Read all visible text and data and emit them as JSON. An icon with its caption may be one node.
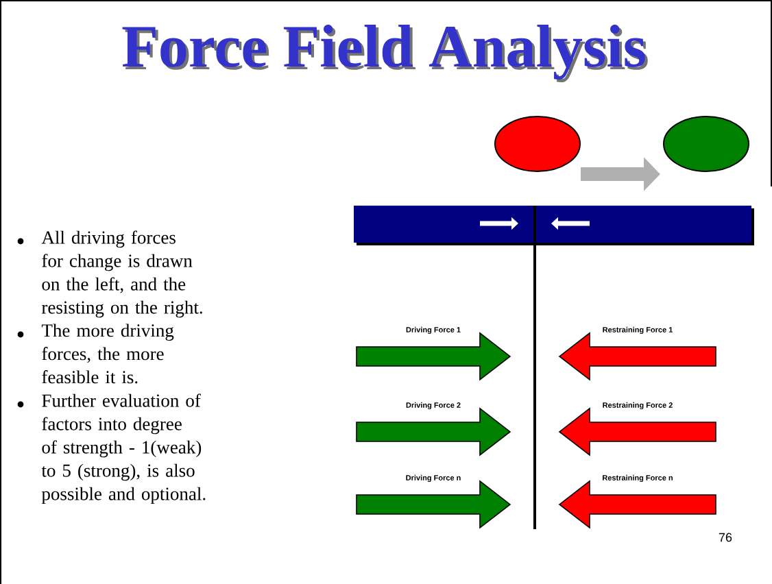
{
  "diagram": {
    "title": "Force Field Analysis",
    "nodes": [
      {
        "text": [],
        "shape": "circle"
      },
      {
        "text": [],
        "shape": "circle"
      },
      {
        "text": [
          "Driving Force 1"
        ]
      },
      {
        "text": [
          "Restraining Force 1"
        ]
      },
      {
        "text": [
          "Driving Force 2"
        ]
      },
      {
        "text": [
          "Restraining Force 2"
        ]
      },
      {
        "text": [
          "Driving Force n"
        ]
      },
      {
        "text": [
          "Restraining Force n"
        ]
      }
    ],
    "edges": [
      {
        "from": 0,
        "to": 1,
        "arrow": "to",
        "color": "#b0b0b0"
      }
    ],
    "labels": [
      "All driving forces for change is drawn on the left, and the resisting on the right.",
      "The more driving forces, the more feasible it is.",
      "Further evaluation of factors into degree of strength - 1(weak) to 5 (strong), is also possible and optional.",
      "76"
    ]
  }
}
